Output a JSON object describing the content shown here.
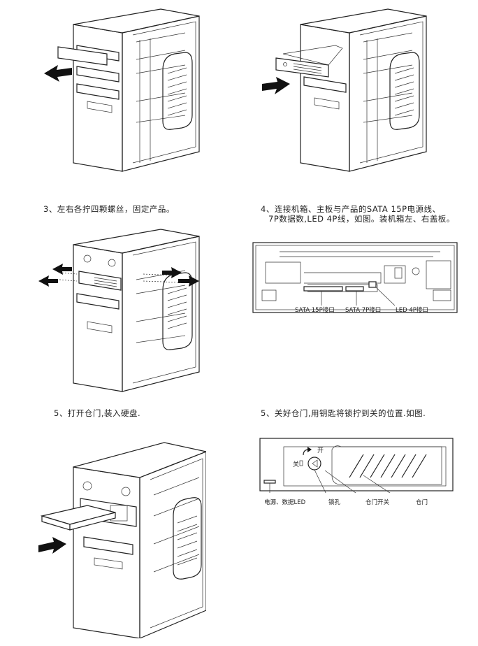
{
  "steps": {
    "step3": "3、左右各拧四颗螺丝，固定产品。",
    "step4_line1": "4、连接机箱、主板与产品的SATA 15P电源线、",
    "step4_line2": "7P数据数,LED 4P线，如图。装机箱左、右盖板。",
    "step5_open": "5、打开仓门,装入硬盘.",
    "step5_close": "5、关好仓门,用钥匙将锁拧到关的位置.如图."
  },
  "connector_labels": {
    "sata15p": "SATA 15P接口",
    "sata7p": "SATA 7P接口",
    "led4p": "LED 4P接口"
  },
  "front_panel_labels": {
    "open": "开",
    "close": "关",
    "power_led": "电源、数据LED",
    "lock_hole": "锁孔",
    "door_switch": "仓门开关",
    "door": "仓门"
  },
  "icons": [
    "arrow-left-icon",
    "arrow-right-icon",
    "lock-icon",
    "rotate-arrow-icon"
  ]
}
